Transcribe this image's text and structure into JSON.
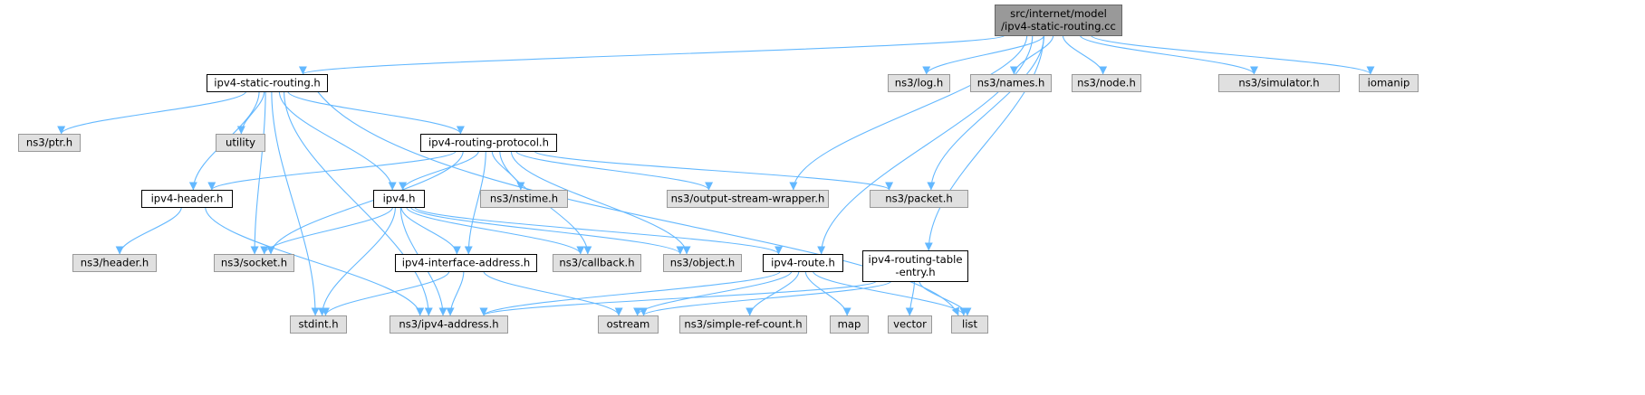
{
  "colors": {
    "edge": "#63b8ff",
    "focus_fill": "#999999",
    "focus_border": "#666666",
    "file_fill": "#ffffff",
    "file_border": "#000000",
    "external_fill": "#e0e0e0",
    "external_border": "#999999",
    "text": "#000000"
  },
  "nodes": [
    {
      "id": "root",
      "lines": [
        "src/internet/model",
        "/ipv4-static-routing.cc"
      ],
      "kind": "focus"
    },
    {
      "id": "static_h",
      "lines": [
        "ipv4-static-routing.h"
      ],
      "kind": "file"
    },
    {
      "id": "log",
      "lines": [
        "ns3/log.h"
      ],
      "kind": "external"
    },
    {
      "id": "names",
      "lines": [
        "ns3/names.h"
      ],
      "kind": "external"
    },
    {
      "id": "node",
      "lines": [
        "ns3/node.h"
      ],
      "kind": "external"
    },
    {
      "id": "simulator",
      "lines": [
        "ns3/simulator.h"
      ],
      "kind": "external"
    },
    {
      "id": "iomanip",
      "lines": [
        "iomanip"
      ],
      "kind": "external"
    },
    {
      "id": "ptr",
      "lines": [
        "ns3/ptr.h"
      ],
      "kind": "external"
    },
    {
      "id": "utility",
      "lines": [
        "utility"
      ],
      "kind": "external"
    },
    {
      "id": "rp_h",
      "lines": [
        "ipv4-routing-protocol.h"
      ],
      "kind": "file"
    },
    {
      "id": "header_h",
      "lines": [
        "ipv4-header.h"
      ],
      "kind": "file"
    },
    {
      "id": "ipv4_h",
      "lines": [
        "ipv4.h"
      ],
      "kind": "file"
    },
    {
      "id": "nstime",
      "lines": [
        "ns3/nstime.h"
      ],
      "kind": "external"
    },
    {
      "id": "osw",
      "lines": [
        "ns3/output-stream-wrapper.h"
      ],
      "kind": "external"
    },
    {
      "id": "packet",
      "lines": [
        "ns3/packet.h"
      ],
      "kind": "external"
    },
    {
      "id": "nsheader",
      "lines": [
        "ns3/header.h"
      ],
      "kind": "external"
    },
    {
      "id": "socket",
      "lines": [
        "ns3/socket.h"
      ],
      "kind": "external"
    },
    {
      "id": "ifaddr_h",
      "lines": [
        "ipv4-interface-address.h"
      ],
      "kind": "file"
    },
    {
      "id": "callback",
      "lines": [
        "ns3/callback.h"
      ],
      "kind": "external"
    },
    {
      "id": "object",
      "lines": [
        "ns3/object.h"
      ],
      "kind": "external"
    },
    {
      "id": "route_h",
      "lines": [
        "ipv4-route.h"
      ],
      "kind": "file"
    },
    {
      "id": "rte_h",
      "lines": [
        "ipv4-routing-table",
        "-entry.h"
      ],
      "kind": "file"
    },
    {
      "id": "stdint",
      "lines": [
        "stdint.h"
      ],
      "kind": "external"
    },
    {
      "id": "addr",
      "lines": [
        "ns3/ipv4-address.h"
      ],
      "kind": "external"
    },
    {
      "id": "ostream",
      "lines": [
        "ostream"
      ],
      "kind": "external"
    },
    {
      "id": "src",
      "lines": [
        "ns3/simple-ref-count.h"
      ],
      "kind": "external"
    },
    {
      "id": "map",
      "lines": [
        "map"
      ],
      "kind": "external"
    },
    {
      "id": "vector",
      "lines": [
        "vector"
      ],
      "kind": "external"
    },
    {
      "id": "list",
      "lines": [
        "list"
      ],
      "kind": "external"
    }
  ],
  "edges": [
    [
      "root",
      "static_h"
    ],
    [
      "root",
      "log"
    ],
    [
      "root",
      "names"
    ],
    [
      "root",
      "node"
    ],
    [
      "root",
      "simulator"
    ],
    [
      "root",
      "iomanip"
    ],
    [
      "root",
      "osw"
    ],
    [
      "root",
      "packet"
    ],
    [
      "root",
      "route_h"
    ],
    [
      "root",
      "rte_h"
    ],
    [
      "static_h",
      "ptr"
    ],
    [
      "static_h",
      "utility"
    ],
    [
      "static_h",
      "rp_h"
    ],
    [
      "static_h",
      "header_h"
    ],
    [
      "static_h",
      "ipv4_h"
    ],
    [
      "static_h",
      "socket"
    ],
    [
      "static_h",
      "stdint"
    ],
    [
      "static_h",
      "addr"
    ],
    [
      "static_h",
      "list"
    ],
    [
      "rp_h",
      "header_h"
    ],
    [
      "rp_h",
      "ipv4_h"
    ],
    [
      "rp_h",
      "nstime"
    ],
    [
      "rp_h",
      "osw"
    ],
    [
      "rp_h",
      "packet"
    ],
    [
      "rp_h",
      "socket"
    ],
    [
      "rp_h",
      "ifaddr_h"
    ],
    [
      "rp_h",
      "callback"
    ],
    [
      "rp_h",
      "object"
    ],
    [
      "header_h",
      "nsheader"
    ],
    [
      "header_h",
      "addr"
    ],
    [
      "ipv4_h",
      "socket"
    ],
    [
      "ipv4_h",
      "ifaddr_h"
    ],
    [
      "ipv4_h",
      "callback"
    ],
    [
      "ipv4_h",
      "object"
    ],
    [
      "ipv4_h",
      "route_h"
    ],
    [
      "ipv4_h",
      "stdint"
    ],
    [
      "ipv4_h",
      "addr"
    ],
    [
      "ifaddr_h",
      "stdint"
    ],
    [
      "ifaddr_h",
      "addr"
    ],
    [
      "ifaddr_h",
      "ostream"
    ],
    [
      "route_h",
      "addr"
    ],
    [
      "route_h",
      "ostream"
    ],
    [
      "route_h",
      "src"
    ],
    [
      "route_h",
      "map"
    ],
    [
      "route_h",
      "list"
    ],
    [
      "rte_h",
      "addr"
    ],
    [
      "rte_h",
      "ostream"
    ],
    [
      "rte_h",
      "vector"
    ],
    [
      "rte_h",
      "list"
    ]
  ]
}
